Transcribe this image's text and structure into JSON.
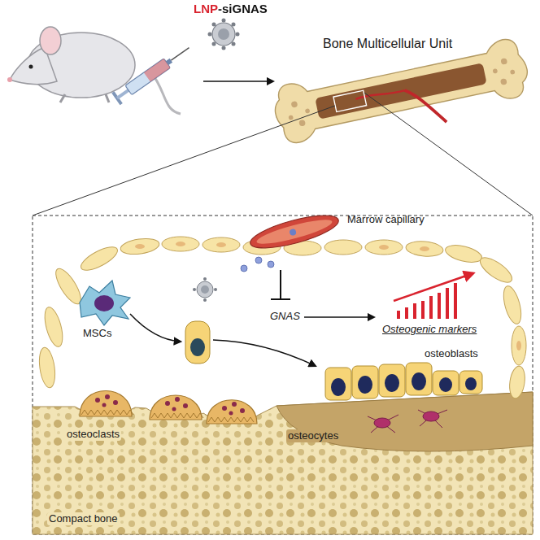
{
  "diagram": {
    "labels": [
      "LNP-siGNAS",
      "Bone Multicellular Unit",
      "Marrow capillary",
      "MSCs",
      "GNAS",
      "Osteogenic markers",
      "osteoblasts",
      "osteoclasts",
      "osteocytes",
      "Compact bone"
    ]
  }
}
